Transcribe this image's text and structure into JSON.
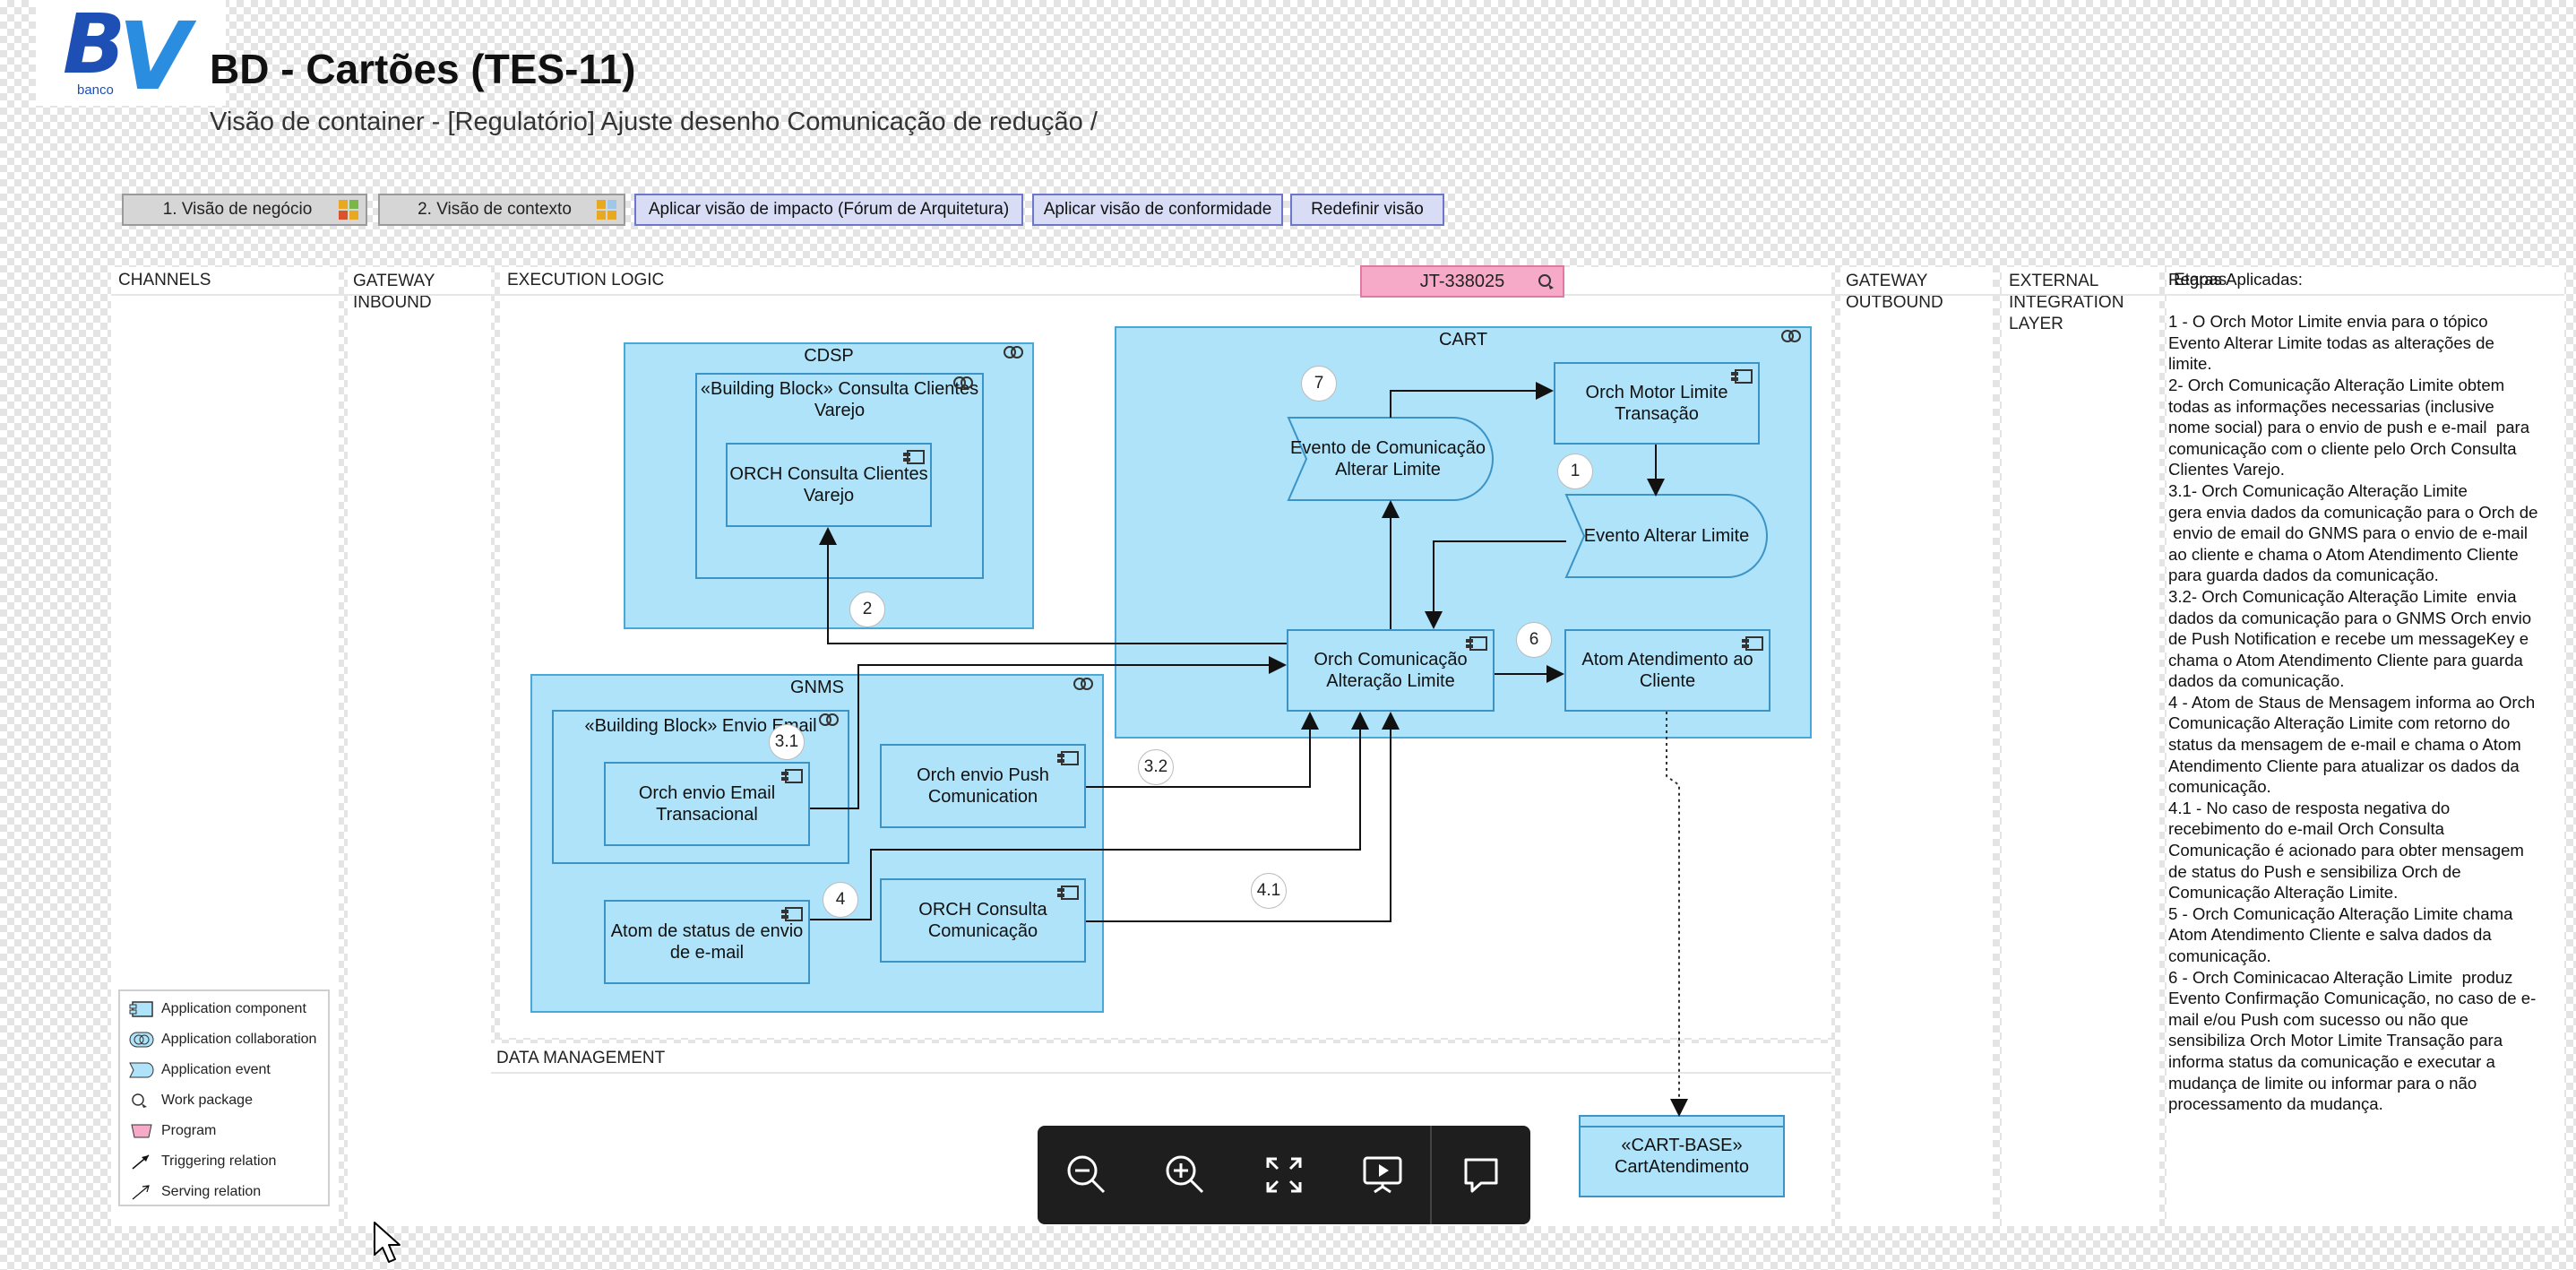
{
  "header": {
    "logo_text": "banco",
    "title": "BD - Cartões (TES-11)",
    "subtitle": "Visão de container - [Regulatório] Ajuste desenho Comunicação de redução /"
  },
  "toolbar_buttons": [
    "1. Visão de negócio",
    "2. Visão de contexto",
    "Aplicar visão de impacto (Fórum de Arquitetura)",
    "Aplicar visão de conformidade",
    "Redefinir visão"
  ],
  "lanes": {
    "channels": "CHANNELS",
    "gateway_inbound": "GATEWAY INBOUND",
    "execution_logic": "EXECUTION LOGIC",
    "gateway_outbound": "GATEWAY OUTBOUND",
    "external": "EXTERNAL INTEGRATION LAYER",
    "etapas": "Etapas",
    "data_management": "DATA MANAGEMENT"
  },
  "work_package": "JT-338025",
  "diagram": {
    "cdsp": {
      "title": "CDSP",
      "building_block": "«Building Block» Consulta Clientes Varejo",
      "orch": "ORCH Consulta Clientes Varejo"
    },
    "gnms": {
      "title": "GNMS",
      "building_block": "«Building Block» Envio Email",
      "orch_email": "Orch envio Email Transacional",
      "orch_push": "Orch envio Push Comunication",
      "atom_status": "Atom de status de envio de e-mail",
      "orch_consulta": "ORCH Consulta Comunicação"
    },
    "cart": {
      "title": "CART",
      "evento_comunicacao": "Evento de Comunicação Alterar Limite",
      "orch_motor": "Orch Motor Limite Transação",
      "evento_alterar": "Evento Alterar Limite",
      "orch_comunicacao": "Orch Comunicação Alteração Limite",
      "atom_atendimento": "Atom Atendimento ao Cliente"
    },
    "cart_base": "«CART-BASE» CartAtendimento",
    "badges": [
      "7",
      "1",
      "2",
      "6",
      "3.1",
      "3.2",
      "4",
      "4.1"
    ]
  },
  "etapas_text": [
    "Regras Aplicadas:",
    "",
    "1 - O Orch Motor Limite envia para o tópico",
    "Evento Alterar Limite todas as alterações de",
    "limite.",
    "2- Orch Comunicação Alteração Limite obtem",
    "todas as informações necessarias (inclusive",
    "nome social) para o envio de push e e-mail  para",
    "comunicação com o cliente pelo Orch Consulta",
    "Clientes Varejo.",
    "3.1- Orch Comunicação Alteração Limite",
    "gera envia dados da comunicação para o Orch de",
    " envio de email do GNMS para o envio de e-mail",
    "ao cliente e chama o Atom Atendimento Cliente",
    "para guarda dados da comunicação.",
    "3.2- Orch Comunicação Alteração Limite  envia",
    "dados da comunicação para o GNMS Orch envio",
    "de Push Notification e recebe um messageKey e",
    "chama o Atom Atendimento Cliente para guarda",
    "dados da comunicação.",
    "4 - Atom de Staus de Mensagem informa ao Orch",
    "Comunicação Alteração Limite com retorno do",
    "status da mensagem de e-mail e chama o Atom",
    "Atendimento Cliente para atualizar os dados da",
    "comunicação.",
    "4.1 - No caso de resposta negativa do",
    "recebimento do e-mail Orch Consulta",
    "Comunicação é acionado para obter mensagem",
    "de status do Push e sensibiliza Orch de",
    "Comunicação Alteração Limite.",
    "5 - Orch Comunicação Alteração Limite chama",
    "Atom Atendimento Cliente e salva dados da",
    "comunicação.",
    "6 - Orch Cominicacao Alteração Limite  produz",
    "Evento Confirmação Comunicação, no caso de e-",
    "mail e/ou Push com sucesso ou não que",
    "sensibiliza Orch Motor Limite Transação para",
    "informa status da comunicação e executar a",
    "mudança de limite ou informar para o não",
    "processamento da mudança."
  ],
  "legend": [
    {
      "label": "Application component",
      "icon": "component-icon"
    },
    {
      "label": "Application collaboration",
      "icon": "collaboration-icon"
    },
    {
      "label": "Application event",
      "icon": "event-icon"
    },
    {
      "label": "Work package",
      "icon": "work-package-icon"
    },
    {
      "label": "Program",
      "icon": "program-icon"
    },
    {
      "label": "Triggering relation",
      "icon": "triggering-icon"
    },
    {
      "label": "Serving relation",
      "icon": "serving-icon"
    }
  ],
  "viewer_tools": [
    "zoom-out-icon",
    "zoom-in-icon",
    "fit-screen-icon",
    "present-icon",
    "comment-icon"
  ],
  "colors": {
    "container_fill": "#aee3f9",
    "container_border": "#4aa8d8",
    "work_package": "#f7a9c8",
    "toolbar_blue": "#d8dcf4",
    "brand_dark": "#1e4fb5",
    "brand_light": "#2b8de0"
  }
}
